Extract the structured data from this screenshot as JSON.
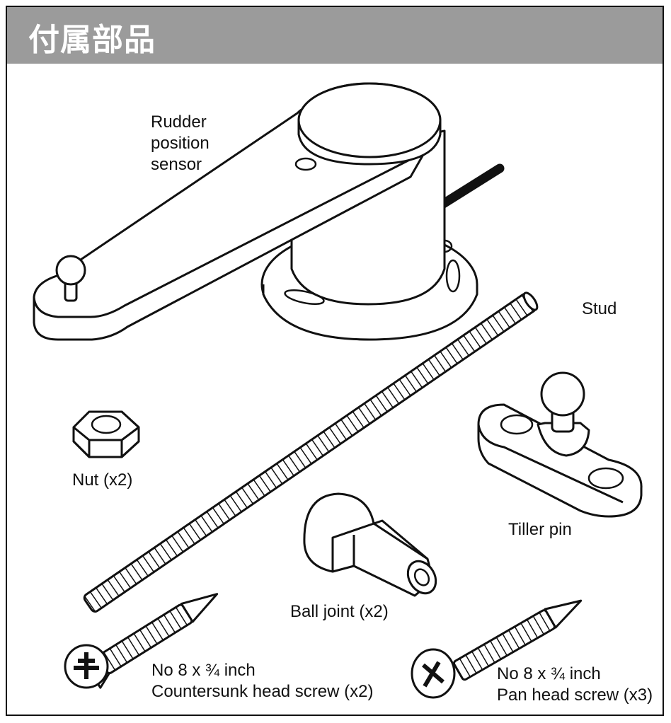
{
  "header": {
    "title": "付属部品"
  },
  "parts": {
    "rudder_sensor": [
      "Rudder",
      "position",
      "sensor"
    ],
    "stud": "Stud",
    "nut": "Nut (x2)",
    "tiller_pin": "Tiller pin",
    "ball_joint": "Ball joint (x2)",
    "countersunk_screw": [
      "No 8 x ¾ inch",
      "Countersunk head screw (x2)"
    ],
    "pan_head_screw": [
      "No 8 x ¾ inch",
      "Pan head screw (x3)"
    ]
  }
}
